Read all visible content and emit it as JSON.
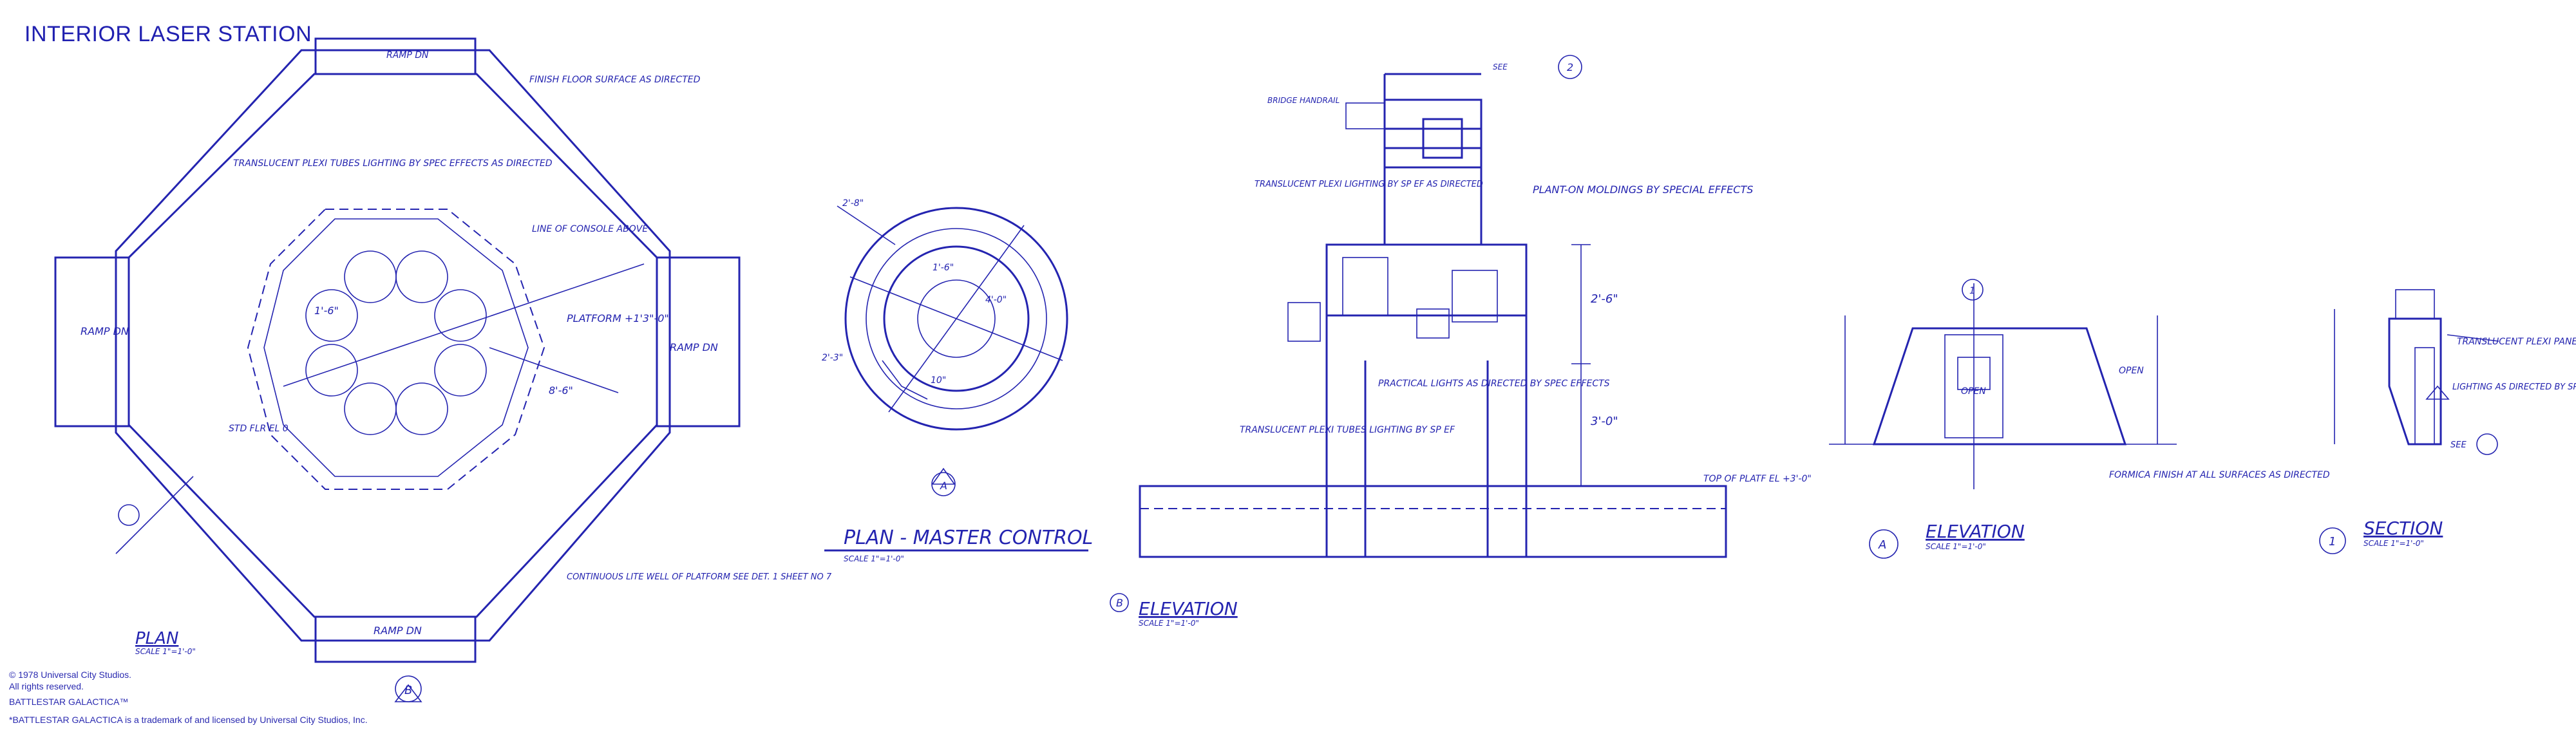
{
  "title": "INTERIOR LASER STATION",
  "plan": {
    "label": "PLAN",
    "scale": "SCALE 1\"=1'-0\"",
    "ramp_top": "RAMP DN",
    "ramp_left": "RAMP DN",
    "ramp_right": "RAMP DN",
    "ramp_bottom": "RAMP DN",
    "finish_floor_note": "FINISH FLOOR SURFACE AS DIRECTED",
    "plexi_note": "TRANSLUCENT PLEXI TUBES LIGHTING BY SPEC EFFECTS AS DIRECTED",
    "line_note": "LINE OF CONSOLE ABOVE",
    "platform_note": "PLATFORM +1'3\"-0\"",
    "std_note": "STD FLR EL 0",
    "continuous_note": "CONTINUOUS LITE WELL OF PLATFORM SEE DET. 1 SHEET NO 7",
    "dim_radius": "8'-6\"",
    "dim_inner": "1'-6\"",
    "section_marker": "B"
  },
  "master_control": {
    "label": "PLAN - MASTER CONTROL",
    "scale": "SCALE 1\"=1'-0\"",
    "dims": [
      "1'-6\"",
      "4'-0\"",
      "2'-3\"",
      "2'-8\"",
      "10\""
    ],
    "marker": "A"
  },
  "elevation_b": {
    "label": "ELEVATION",
    "scale": "SCALE 1\"=1'-0\"",
    "marker": "B",
    "bridge_note": "BRIDGE HANDRAIL",
    "plexi_note": "TRANSLUCENT PLEXI LIGHTING BY SP EF AS DIRECTED",
    "molding_note": "PLANT-ON MOLDINGS BY SPECIAL EFFECTS",
    "practical_note": "PRACTICAL LIGHTS AS DIRECTED BY SPEC EFFECTS",
    "tubes_note": "TRANSLUCENT PLEXI TUBES LIGHTING BY SP EF",
    "top_plat": "TOP OF PLATF EL +3'-0\"",
    "dim_1": "2'-6\"",
    "dim_2": "3'-0\"",
    "see_note": "SEE",
    "detail": "2"
  },
  "elevation_a": {
    "label": "ELEVATION",
    "scale": "SCALE 1\"=1'-0\"",
    "marker": "A",
    "formica_note": "FORMICA FINISH AT ALL SURFACES AS DIRECTED",
    "open_note": "OPEN",
    "center_mark": "1"
  },
  "section": {
    "label": "SECTION",
    "scale": "SCALE 1\"=1'-0\"",
    "marker": "1",
    "panel_note": "TRANSLUCENT PLEXI PANEL",
    "lighting_note": "LIGHTING AS DIRECTED BY SPEC EFFECTS",
    "see_note": "SEE"
  },
  "legal": {
    "copyright": "© 1978 Universal City Studios.",
    "rights": "All rights reserved.",
    "brand": "BATTLESTAR GALACTICA™",
    "trademark": "*BATTLESTAR GALACTICA is a trademark of and licensed by Universal City Studios, Inc."
  }
}
